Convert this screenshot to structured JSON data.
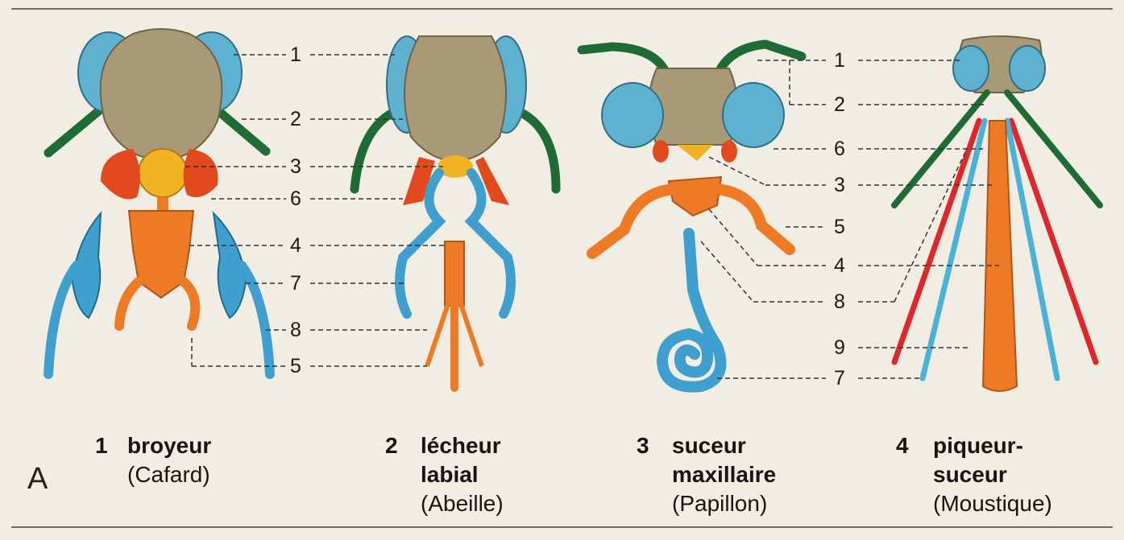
{
  "figure_letter": "A",
  "panels": [
    {
      "number": "1",
      "title_lines": [
        "broyeur"
      ],
      "subtitle": "(Cafard)",
      "labels": [
        "1",
        "2",
        "3",
        "6",
        "4",
        "7",
        "8",
        "5"
      ]
    },
    {
      "number": "2",
      "title_lines": [
        "lécheur",
        "labial"
      ],
      "subtitle": "(Abeille)",
      "labels": []
    },
    {
      "number": "3",
      "title_lines": [
        "suceur",
        "maxillaire"
      ],
      "subtitle": "(Papillon)",
      "labels": [
        "1",
        "2",
        "6",
        "3",
        "5",
        "4",
        "8",
        "7"
      ]
    },
    {
      "number": "4",
      "title_lines": [
        "piqueur-",
        "suceur"
      ],
      "subtitle": "(Moustique)",
      "labels": [
        "9"
      ]
    }
  ],
  "colors": {
    "eye": "#5fb2cf",
    "head": "#a89a76",
    "antenna": "#1f6b34",
    "mandible": "#e24a1e",
    "labium": "#ef7a25",
    "maxilla": "#3fa0cf",
    "labrum": "#f2b323",
    "stylet_red": "#e0262a",
    "stylet_blue": "#4ab2d8"
  }
}
